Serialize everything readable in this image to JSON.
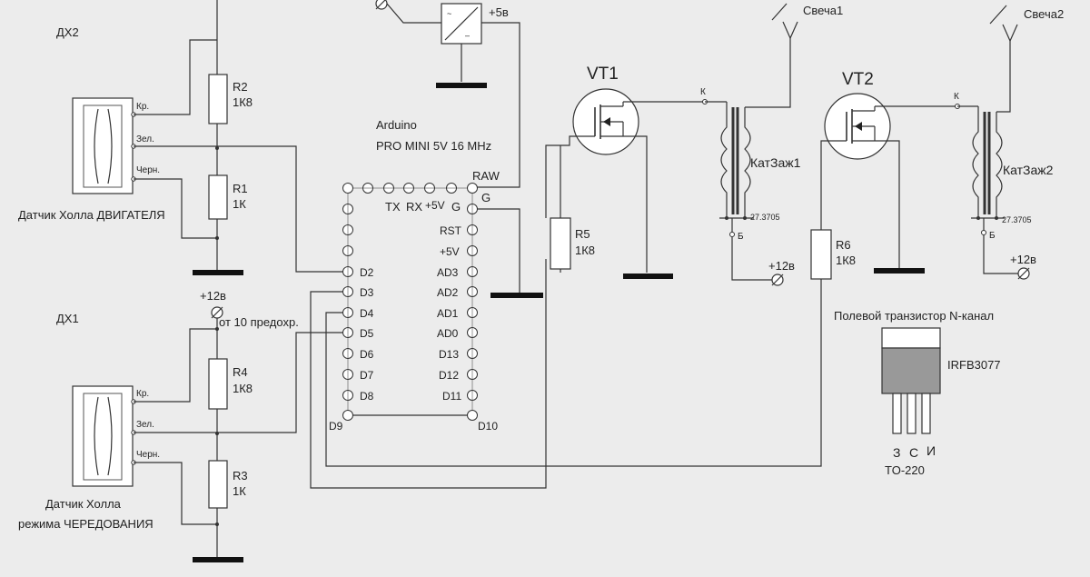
{
  "sensors": {
    "dh2": {
      "id": "ДХ2",
      "pin_red": "Кр.",
      "pin_green": "Зел.",
      "pin_black": "Черн.",
      "caption": "Датчик Холла ДВИГАТЕЛЯ"
    },
    "dh1": {
      "id": "ДХ1",
      "pin_red": "Кр.",
      "pin_green": "Зел.",
      "pin_black": "Черн.",
      "caption_line1": "Датчик Холла",
      "caption_line2": "режима ЧЕРЕДОВАНИЯ"
    }
  },
  "resistors": {
    "r1": {
      "name": "R1",
      "value": "1К"
    },
    "r2": {
      "name": "R2",
      "value": "1К8"
    },
    "r3": {
      "name": "R3",
      "value": "1К"
    },
    "r4": {
      "name": "R4",
      "value": "1К8"
    },
    "r5": {
      "name": "R5",
      "value": "1К8"
    },
    "r6": {
      "name": "R6",
      "value": "1К8"
    }
  },
  "power": {
    "v5": "+5в",
    "v12_a": "+12в",
    "v12_b": "+12в",
    "v12_c": "+12в",
    "fuse_note": "от 10 предохр."
  },
  "arduino": {
    "title": "Arduino",
    "model": "PRO MINI 5V 16 MHz",
    "top_labels": {
      "raw": "RAW",
      "tx": "TX",
      "rx": "RX",
      "v5": "+5V",
      "g": "G"
    },
    "left_pins": [
      "D2",
      "D3",
      "D4",
      "D5",
      "D6",
      "D7",
      "D8"
    ],
    "right_pins": [
      "G",
      "RST",
      "+5V",
      "AD3",
      "AD2",
      "AD1",
      "AD0",
      "D13",
      "D12",
      "D11"
    ],
    "bottom_left": "D9",
    "bottom_right": "D10"
  },
  "transistors": {
    "vt1": "VT1",
    "vt2": "VT2"
  },
  "coils": {
    "c1": {
      "name": "КатЗаж1",
      "part": "27.3705",
      "k": "К",
      "b": "Б"
    },
    "c2": {
      "name": "КатЗаж2",
      "part": "27.3705",
      "k": "К",
      "b": "Б"
    }
  },
  "plugs": {
    "p1": "Свеча1",
    "p2": "Свеча2"
  },
  "package": {
    "caption": "Полевой транзистор N-канал",
    "part": "IRFB3077",
    "pins": [
      "З",
      "С",
      "И"
    ],
    "type": "TO-220"
  }
}
